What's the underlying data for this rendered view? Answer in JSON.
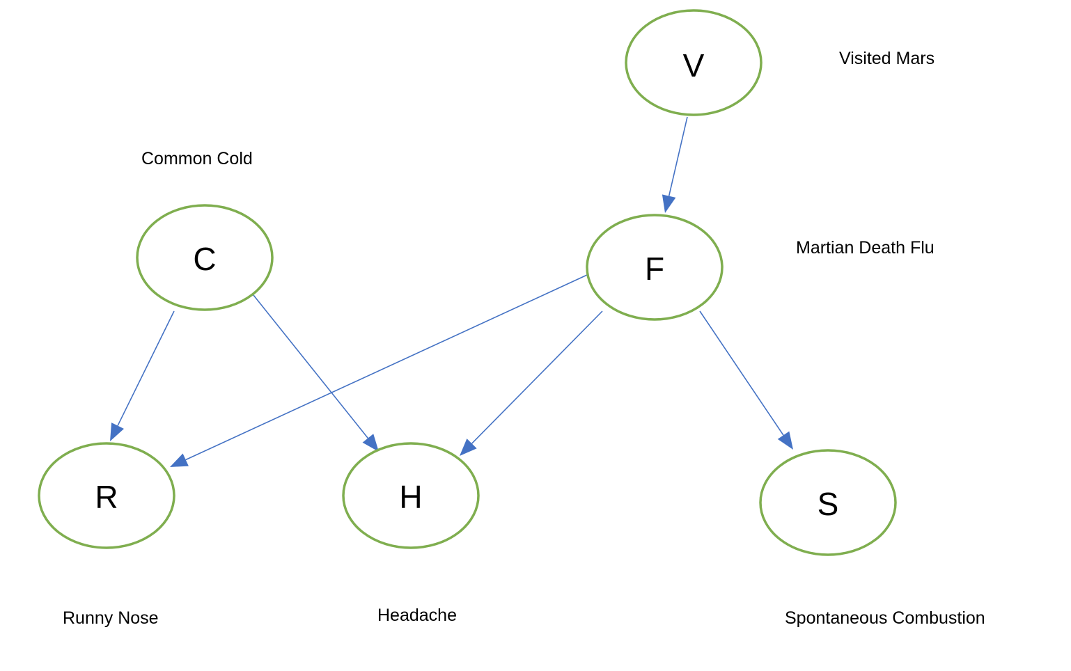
{
  "diagram": {
    "type": "directed-graph",
    "colors": {
      "node_outline": "#7fae4f",
      "edge": "#4472c4",
      "text": "#000000"
    },
    "nodes": {
      "V": {
        "letter": "V",
        "caption": "Visited Mars"
      },
      "C": {
        "letter": "C",
        "caption": "Common Cold"
      },
      "F": {
        "letter": "F",
        "caption": "Martian Death Flu"
      },
      "R": {
        "letter": "R",
        "caption": "Runny Nose"
      },
      "H": {
        "letter": "H",
        "caption": "Headache"
      },
      "S": {
        "letter": "S",
        "caption": "Spontaneous Combustion"
      }
    },
    "edges": [
      {
        "from": "V",
        "to": "F"
      },
      {
        "from": "C",
        "to": "R"
      },
      {
        "from": "C",
        "to": "H"
      },
      {
        "from": "F",
        "to": "R"
      },
      {
        "from": "F",
        "to": "H"
      },
      {
        "from": "F",
        "to": "S"
      }
    ]
  }
}
